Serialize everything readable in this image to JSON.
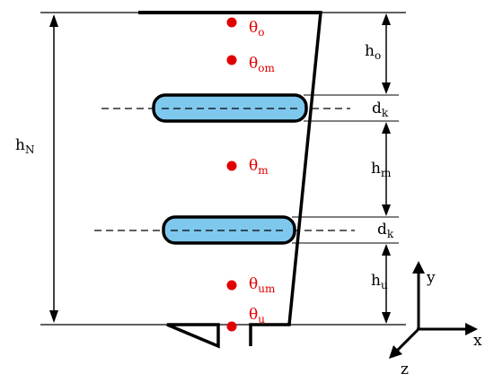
{
  "colors": {
    "line": "#000000",
    "sensor_point": "#e00000",
    "sensor_label": "#e00000",
    "coil_fill": "#7ec8ee",
    "coil_stroke": "#000000",
    "background": "#ffffff"
  },
  "sensors": [
    {
      "base": "θ",
      "sub": "o"
    },
    {
      "base": "θ",
      "sub": "om"
    },
    {
      "base": "θ",
      "sub": "m"
    },
    {
      "base": "θ",
      "sub": "um"
    },
    {
      "base": "θ",
      "sub": "u"
    }
  ],
  "dimensions": {
    "total_height": {
      "base": "h",
      "sub": "N"
    },
    "top_section": {
      "base": "h",
      "sub": "o"
    },
    "upper_coil": {
      "base": "d",
      "sub": "k"
    },
    "middle_section": {
      "base": "h",
      "sub": "m"
    },
    "lower_coil": {
      "base": "d",
      "sub": "k"
    },
    "bottom_section": {
      "base": "h",
      "sub": "u"
    }
  },
  "axes": {
    "x": "x",
    "y": "y",
    "z": "z"
  }
}
